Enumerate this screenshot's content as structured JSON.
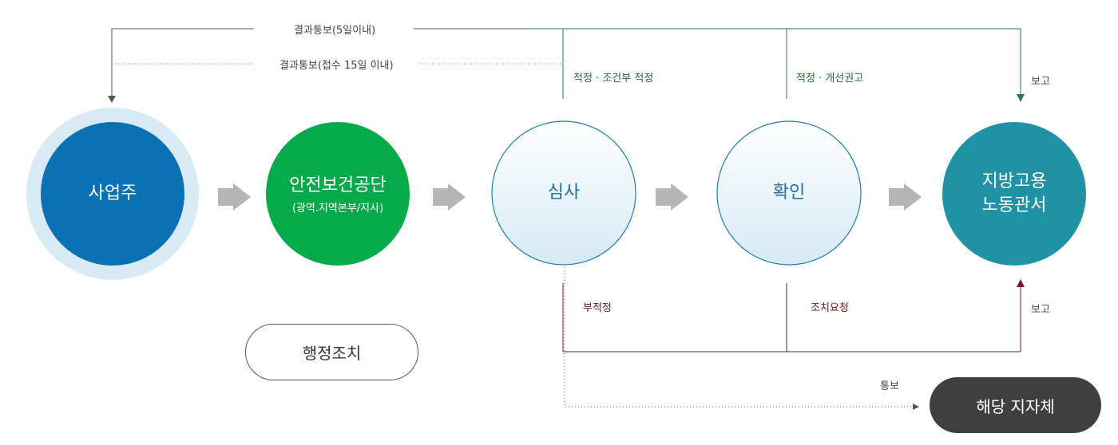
{
  "top": {
    "line1_label": "결과통보(5일이내)",
    "line2_label": "결과통보(접수 15일 이내)",
    "drop1_label": "적정 · 조건부 적정",
    "drop2_label": "적정 · 개선권고",
    "report_top_label": "보고"
  },
  "nodes": {
    "employer": "사업주",
    "agency_title": "안전보건공단",
    "agency_sub": "(광역.지역본부/지사)",
    "review": "심사",
    "confirm": "확인",
    "labor_office_line1": "지방고용",
    "labor_office_line2": "노동관서"
  },
  "bottom": {
    "unfit_label": "부적정",
    "action_request_label": "조치요청",
    "report_bottom_label": "보고",
    "notify_label": "통보",
    "admin_action": "행정조치",
    "local_gov": "해당 지자체"
  },
  "colors": {
    "employer": "#0a72b4",
    "employer_halo": "#d8eaf4",
    "agency": "#05ab4b",
    "labor_office": "#1f93a5",
    "arrow": "#b5b5b5",
    "green_line": "#2a7a45",
    "red_line": "#7a1a22",
    "local_gov": "#3f3f3f"
  }
}
